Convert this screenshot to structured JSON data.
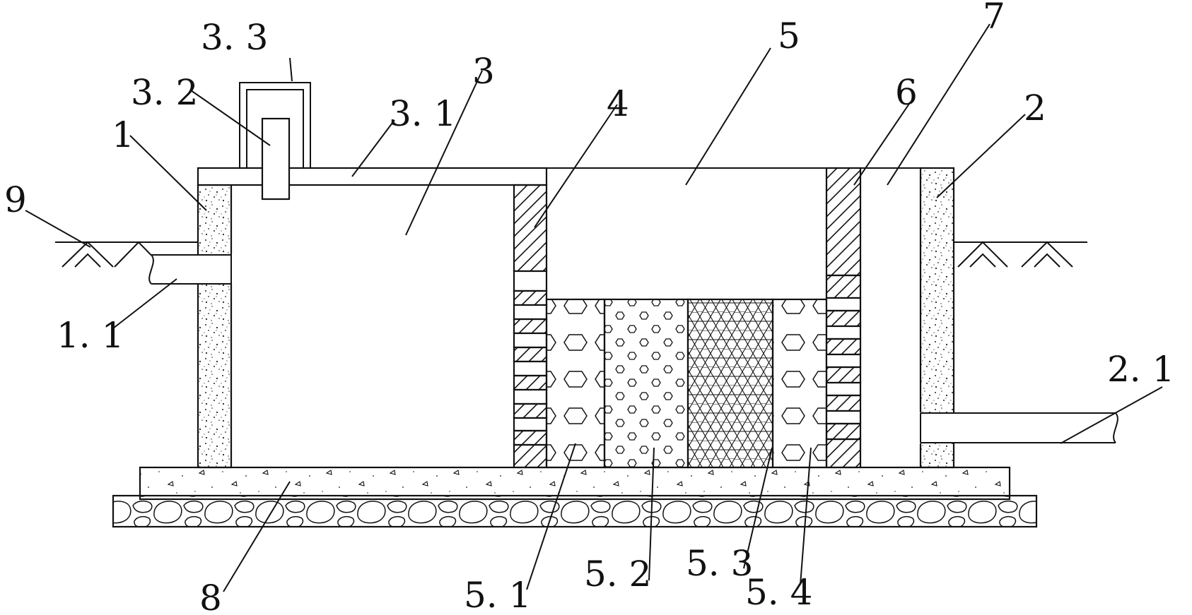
{
  "labels": {
    "l1": "1",
    "l1_1": "1. 1",
    "l2": "2",
    "l2_1": "2. 1",
    "l3": "3",
    "l3_1": "3. 1",
    "l3_2": "3. 2",
    "l3_3": "3. 3",
    "l4": "4",
    "l5": "5",
    "l5_1": "5. 1",
    "l5_2": "5. 2",
    "l5_3": "5. 3",
    "l5_4": "5. 4",
    "l6": "6",
    "l7": "7",
    "l8": "8",
    "l9": "9"
  }
}
